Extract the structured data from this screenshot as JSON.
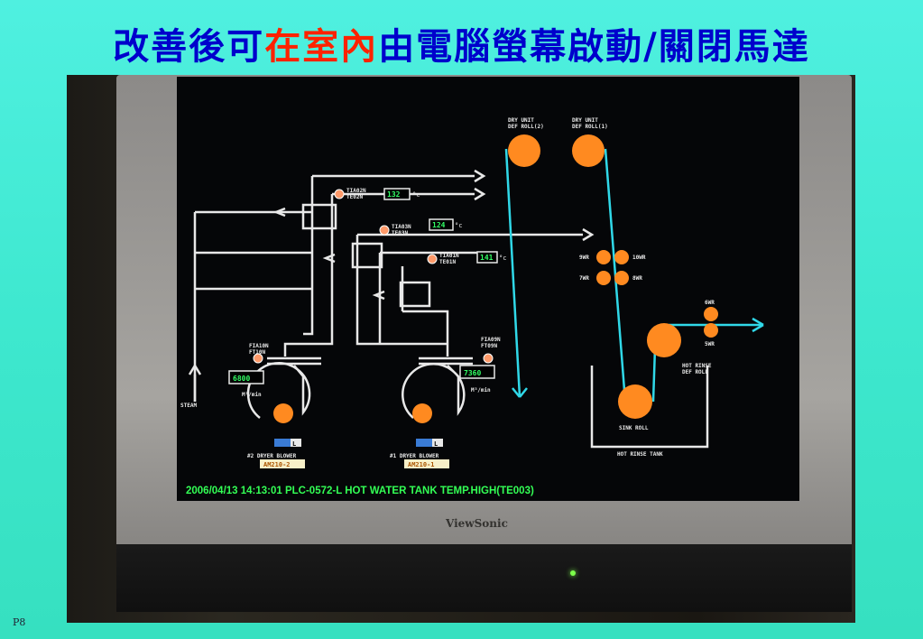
{
  "slide": {
    "title_part1": "改善後可",
    "title_part2": "在室內",
    "title_part3": "由電腦螢幕啟動/關閉馬達",
    "colors": {
      "title_blue": "#0000cc",
      "title_red": "#ff2200",
      "background": "#3ee8cf"
    },
    "page_number": "P8"
  },
  "monitor": {
    "brand": "ViewSonic"
  },
  "hmi": {
    "tia02n": "TIA02N",
    "te02n": "TE02N",
    "tia02n_value": "132",
    "tia03n": "TIA03N",
    "te03n": "TE03N",
    "tia03n_value": "124",
    "tia01n": "TIA01N",
    "te01n": "TE01N",
    "tia01n_value": "141",
    "fia10n": "FIA10N",
    "ft10n": "FT10N",
    "flow10_value": "6800",
    "fia09n": "FIA09N",
    "ft09n": "FT09N",
    "flow09_value": "7360",
    "flow_unit": "M³/min",
    "temp_unit": "°c",
    "steam": "STEAM",
    "dry_unit_roll2": [
      "DRY UNIT",
      "DEF ROLL(2)"
    ],
    "dry_unit_roll1": [
      "DRY UNIT",
      "DEF ROLL(1)"
    ],
    "rolls_9wr": "9WR",
    "rolls_10wr": "10WR",
    "rolls_7wr": "7WR",
    "rolls_8wr": "8WR",
    "rolls_6wr": "6WR",
    "rolls_5wr": "5WR",
    "hot_rinse_def_roll": [
      "HOT RINSE",
      "DEF ROLL"
    ],
    "sink_roll": "SINK ROLL",
    "hot_rinse_tank": "HOT RINSE TANK",
    "blower2_label": "#2 DRYER BLOWER",
    "blower1_label": "#1 DRYER BLOWER",
    "blower2_tag": "AM210-2",
    "blower1_tag": "AM210-1",
    "mode_l": "L",
    "alarm_message": "2006/04/13 14:13:01 PLC-0572-L HOT WATER TANK TEMP.HIGH(TE003)"
  }
}
